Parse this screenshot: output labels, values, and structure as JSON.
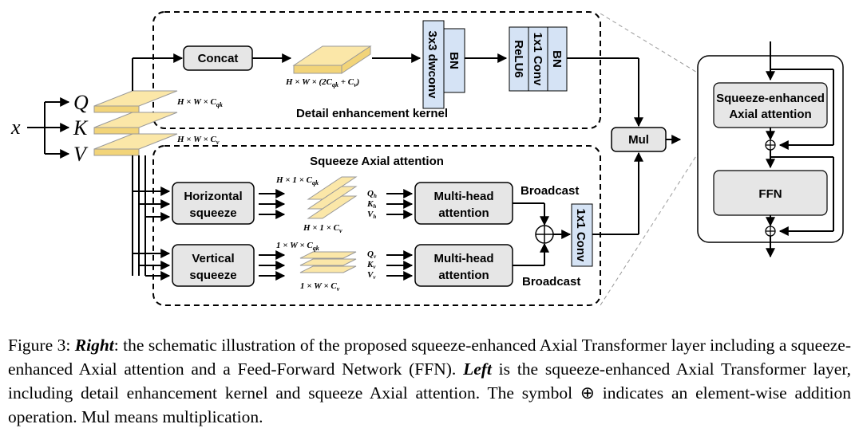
{
  "diagram": {
    "input": "x",
    "q": "Q",
    "k": "K",
    "v": "V",
    "dim_qk": "H × W × C",
    "dim_qk_sub": "qk",
    "dim_v": "H × W × C",
    "dim_v_sub": "v",
    "concat": "Concat",
    "concat_dim": "H × W × (2C",
    "concat_dim_mid": " + C",
    "concat_dim_end": ")",
    "dwconv": "3x3 dwconv",
    "bn1": "BN",
    "relu6": "ReLU6",
    "conv1x1": "1x1 Conv",
    "bn2": "BN",
    "detail_kernel": "Detail enhancement kernel",
    "mul": "Mul",
    "squeeze_axial": "Squeeze Axial attention",
    "horizontal_l1": "Horizontal",
    "horizontal_l2": "squeeze",
    "vertical_l1": "Vertical",
    "vertical_l2": "squeeze",
    "h_dim_qk": "H × 1 × C",
    "h_dim_v": "H × 1 × C",
    "v_dim_qk": "1 × W × C",
    "v_dim_v": "1 × W × C",
    "qh": "Q",
    "kh": "K",
    "vh": "V",
    "sub_h": "h",
    "sub_v": "v",
    "mha1_l1": "Multi-head",
    "mha1_l2": "attention",
    "mha2_l1": "Multi-head",
    "mha2_l2": "attention",
    "broadcast1": "Broadcast",
    "broadcast2": "Broadcast",
    "conv_out": "1x1 Conv",
    "right_sea_l1": "Squeeze-enhanced",
    "right_sea_l2": "Axial attention",
    "ffn": "FFN"
  },
  "caption": {
    "prefix": "Figure 3: ",
    "right": "Right",
    "part1": ": the schematic illustration of the proposed squeeze-enhanced Axial Transformer layer including a squeeze-enhanced Axial attention and a Feed-Forward Network (FFN). ",
    "left": "Left",
    "part2": " is the squeeze-enhanced Axial Transformer layer, including detail enhancement kernel and squeeze Axial attention. The symbol ",
    "symbol": "⊕",
    "part3": " indicates an element-wise addition operation. Mul means multiplication."
  },
  "colors": {
    "block_fill": "#e6e6e6",
    "bn_fill": "#d5e3f5",
    "feature_fill": "#fbe7a8",
    "feature_side": "#f2d479"
  }
}
